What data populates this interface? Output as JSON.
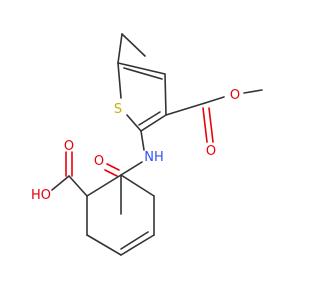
{
  "atoms": {
    "sulfur": {
      "label": "S",
      "color": "#c8b400"
    },
    "nh": {
      "label": "NH",
      "color": "#3050f8"
    },
    "ester_carbonyl_o": {
      "label": "O",
      "color": "#e8000b"
    },
    "ester_ether_o": {
      "label": "O",
      "color": "#e8000b"
    },
    "amide_o": {
      "label": "O",
      "color": "#e8000b"
    },
    "acid_carbonyl_o": {
      "label": "O",
      "color": "#e8000b"
    },
    "acid_oh": {
      "label": "HO",
      "color": "#e8000b"
    }
  },
  "colors": {
    "bond": "#333333",
    "oxygen": "#e8000b",
    "nitrogen": "#3050f8",
    "sulfur": "#c8b400",
    "background": "#ffffff"
  }
}
